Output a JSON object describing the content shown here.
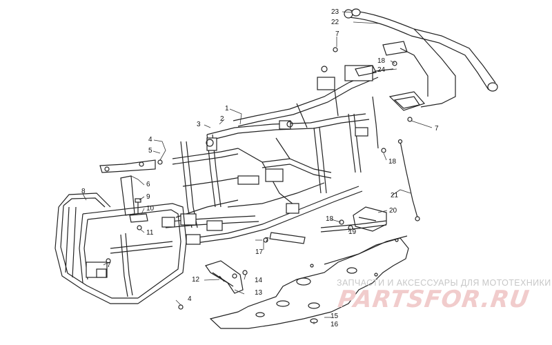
{
  "watermark": {
    "tagline": "ЗАПЧАСТИ И АКСЕССУАРЫ ДЛЯ МОТОТЕХНИКИ",
    "brand": "PARTSFOR.RU"
  },
  "callouts": {
    "c1": "1",
    "c2": "2",
    "c3": "3",
    "c4a": "4",
    "c4b": "4",
    "c5": "5",
    "c6": "6",
    "c7a": "7",
    "c7b": "7",
    "c7c": "7",
    "c7d": "7",
    "c8": "8",
    "c9": "9",
    "c10": "10",
    "c11": "11",
    "c12": "12",
    "c13": "13",
    "c14": "14",
    "c15": "15",
    "c16": "16",
    "c17": "17",
    "c18a": "18",
    "c18b": "18",
    "c18c": "18",
    "c19": "19",
    "c20": "20",
    "c21": "21",
    "c22": "22",
    "c23": "23",
    "c24": "24"
  }
}
